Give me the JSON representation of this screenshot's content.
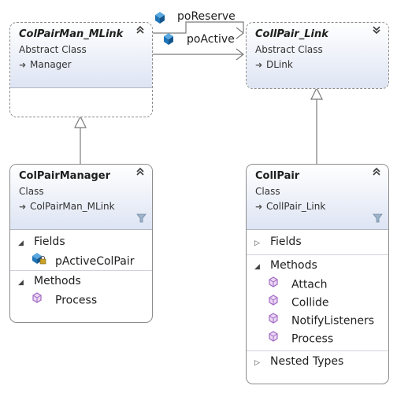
{
  "classes": {
    "colpairman_mlink": {
      "name": "ColPairMan_MLink",
      "kind": "Abstract Class",
      "base": "Manager",
      "toggle": "chevron-up"
    },
    "colpair_link": {
      "name": "CollPair_Link",
      "kind": "Abstract Class",
      "base": "DLink",
      "toggle": "chevron-down"
    },
    "colpairmanager": {
      "name": "ColPairManager",
      "kind": "Class",
      "base": "ColPairMan_MLink",
      "sections": {
        "fields": "Fields",
        "methods": "Methods"
      },
      "fields": [
        "pActiveColPair"
      ],
      "methods": [
        "Process"
      ]
    },
    "collpair": {
      "name": "CollPair",
      "kind": "Class",
      "base": "CollPair_Link",
      "sections": {
        "fields": "Fields",
        "methods": "Methods",
        "nested": "Nested Types"
      },
      "methods": [
        "Attach",
        "Collide",
        "NotifyListeners",
        "Process"
      ]
    }
  },
  "associations": {
    "reserve": "poReserve",
    "active": "poActive"
  },
  "colors": {
    "header_gradient_bottom": "#dde4f3",
    "field_icon": "#1f74b8",
    "method_icon": "#a36bc4",
    "line": "#7a7a7a"
  }
}
